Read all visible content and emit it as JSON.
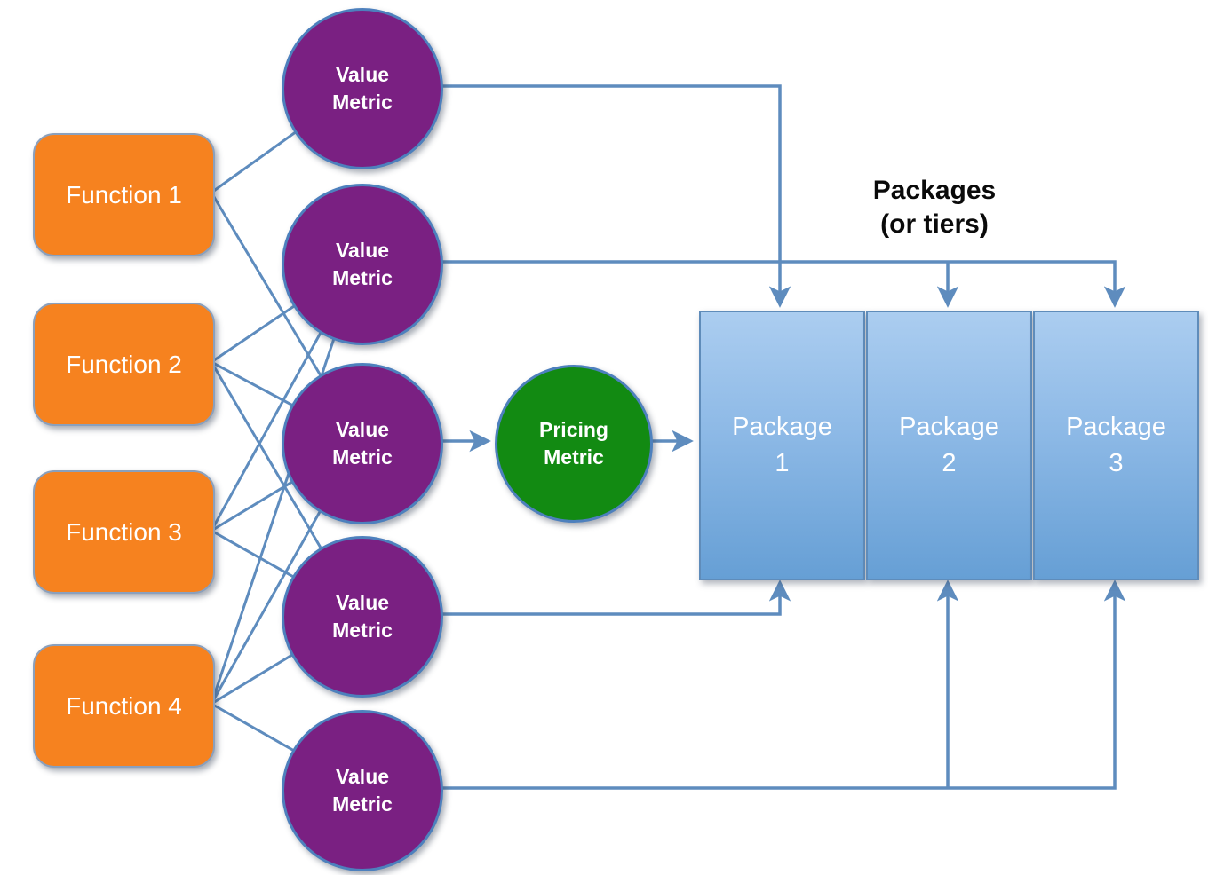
{
  "diagram": {
    "heading": {
      "line1": "Packages",
      "line2": "(or tiers)"
    },
    "functions": [
      {
        "label": "Function 1"
      },
      {
        "label": "Function 2"
      },
      {
        "label": "Function 3"
      },
      {
        "label": "Function 4"
      }
    ],
    "value_metrics": [
      {
        "label": "Value Metric"
      },
      {
        "label": "Value Metric"
      },
      {
        "label": "Value Metric"
      },
      {
        "label": "Value Metric"
      },
      {
        "label": "Value Metric"
      }
    ],
    "pricing_metric": {
      "label": "Pricing Metric"
    },
    "packages": [
      {
        "label": "Package 1"
      },
      {
        "label": "Package 2"
      },
      {
        "label": "Package 3"
      }
    ],
    "connections": {
      "function_to_value_metric": [
        [
          "Function 1",
          [
            "Value Metric 1",
            "Value Metric 3"
          ]
        ],
        [
          "Function 2",
          [
            "Value Metric 2",
            "Value Metric 3",
            "Value Metric 4"
          ]
        ],
        [
          "Function 3",
          [
            "Value Metric 2",
            "Value Metric 3",
            "Value Metric 4"
          ]
        ],
        [
          "Function 4",
          [
            "Value Metric 2",
            "Value Metric 3",
            "Value Metric 4",
            "Value Metric 5"
          ]
        ]
      ],
      "value_metric_to_package": [
        [
          "Value Metric 1",
          [
            "Package 1"
          ]
        ],
        [
          "Value Metric 2",
          [
            "Package 2",
            "Package 3"
          ]
        ],
        [
          "Value Metric 3",
          [
            "Pricing Metric"
          ]
        ],
        [
          "Value Metric 4",
          [
            "Package 1"
          ]
        ],
        [
          "Value Metric 5",
          [
            "Package 2",
            "Package 3"
          ]
        ]
      ],
      "pricing_metric_to": [
        "Package 1"
      ]
    },
    "colors": {
      "function_fill": "#f6821f",
      "value_metric_fill": "#7a2082",
      "pricing_metric_fill": "#128a12",
      "package_gradient_top": "#abcdf0",
      "package_gradient_bottom": "#669fd5",
      "connector": "#5e8cbe",
      "shape_border": "#4d80bd",
      "label_text": "#ffffff",
      "heading_text": "#0a0a0a"
    }
  }
}
